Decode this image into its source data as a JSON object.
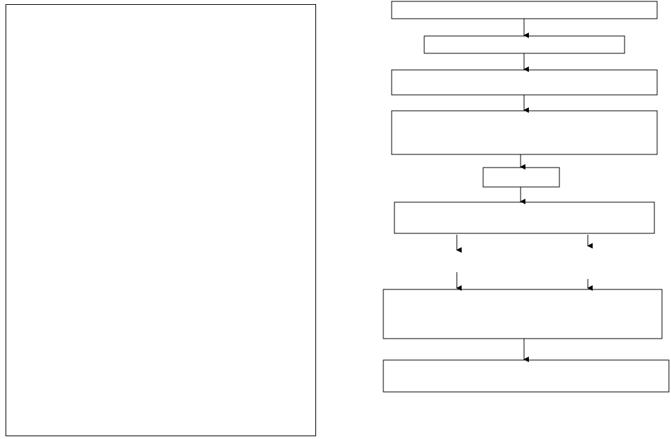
{
  "colors": {
    "stroke": "#000000",
    "background": "#ffffff"
  },
  "flowchart": {
    "boxes": [
      {
        "id": "box-1",
        "text": ""
      },
      {
        "id": "box-2",
        "text": ""
      },
      {
        "id": "box-3",
        "text": ""
      },
      {
        "id": "box-4",
        "text": ""
      },
      {
        "id": "box-5",
        "text": ""
      },
      {
        "id": "box-6",
        "text": ""
      },
      {
        "id": "box-7",
        "text": ""
      },
      {
        "id": "box-8",
        "text": ""
      }
    ],
    "connections": [
      {
        "from": "box-1",
        "to": "box-2"
      },
      {
        "from": "box-2",
        "to": "box-3"
      },
      {
        "from": "box-3",
        "to": "box-4"
      },
      {
        "from": "box-4",
        "to": "box-5"
      },
      {
        "from": "box-5",
        "to": "box-6"
      },
      {
        "from": "box-6",
        "to": "branch-left-gap"
      },
      {
        "from": "box-6",
        "to": "branch-right-gap"
      },
      {
        "from": "branch-left-gap",
        "to": "box-7"
      },
      {
        "from": "branch-right-gap",
        "to": "box-7"
      },
      {
        "from": "box-7",
        "to": "box-8"
      }
    ]
  }
}
